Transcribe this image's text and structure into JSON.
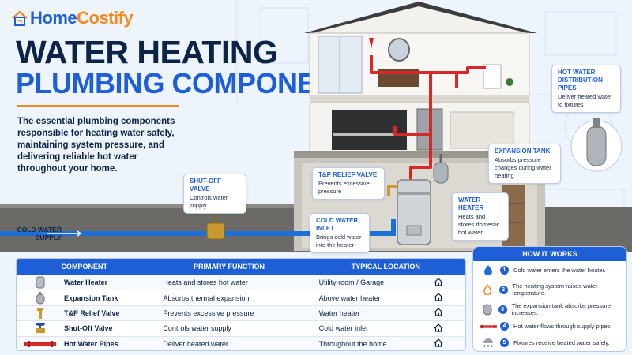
{
  "brand": {
    "name_part1": "Home",
    "name_part2": "Costify",
    "primary_color": "#1e5fd8",
    "accent_color": "#f28a1e",
    "logo_icon": "house-faucet-icon"
  },
  "header": {
    "title_line1": "WATER HEATING",
    "title_line2": "PLUMBING COMPONENTS",
    "intro": "The essential plumbing components responsible for heating water safely, maintaining system pressure, and delivering reliable hot water throughout your home."
  },
  "callouts": {
    "shutoff": {
      "title": "SHUT-OFF VALVE",
      "desc": "Controls water supply"
    },
    "tp_relief": {
      "title": "T&P RELIEF VALVE",
      "desc": "Prevents excessive pressure"
    },
    "cold_inlet": {
      "title": "COLD WATER INLET",
      "desc": "Brings cold water into the heater"
    },
    "water_heater": {
      "title": "WATER HEATER",
      "desc": "Heats and stores domestic hot water"
    },
    "expansion_tank": {
      "title": "EXPANSION TANK",
      "desc": "Absorbs pressure changes during water heating"
    },
    "distribution": {
      "title": "HOT WATER DISTRIBUTION PIPES",
      "desc": "Deliver heated water to fixtures"
    }
  },
  "cold_water_supply_label": "COLD WATER SUPPLY",
  "table": {
    "headers": [
      "COMPONENT",
      "PRIMARY FUNCTION",
      "TYPICAL LOCATION"
    ],
    "rows": [
      {
        "icon": "water-heater-icon",
        "component": "Water Heater",
        "function": "Heats and stores hot water",
        "location": "Utility room / Garage"
      },
      {
        "icon": "expansion-tank-icon",
        "component": "Expansion Tank",
        "function": "Absorbs thermal expansion",
        "location": "Above water heater"
      },
      {
        "icon": "relief-valve-icon",
        "component": "T&P Relief Valve",
        "function": "Prevents excessive pressure",
        "location": "Water heater"
      },
      {
        "icon": "shutoff-valve-icon",
        "component": "Shut-Off Valve",
        "function": "Controls water supply",
        "location": "Cold water inlet"
      },
      {
        "icon": "pipes-icon",
        "component": "Hot Water Pipes",
        "function": "Deliver heated water",
        "location": "Throughout the home"
      }
    ]
  },
  "how_it_works": {
    "title": "HOW IT WORKS",
    "steps": [
      {
        "num": "1",
        "icon": "water-drop-icon",
        "text": "Cold water enters the water heater."
      },
      {
        "num": "2",
        "icon": "flame-icon",
        "text": "The heating system raises water temperature."
      },
      {
        "num": "3",
        "icon": "tank-icon",
        "text": "The expansion tank absorbs pressure increases."
      },
      {
        "num": "4",
        "icon": "pipes-icon",
        "text": "Hot water flows through supply pipes."
      },
      {
        "num": "5",
        "icon": "shower-icon",
        "text": "Fixtures receive heated water safely."
      }
    ]
  }
}
